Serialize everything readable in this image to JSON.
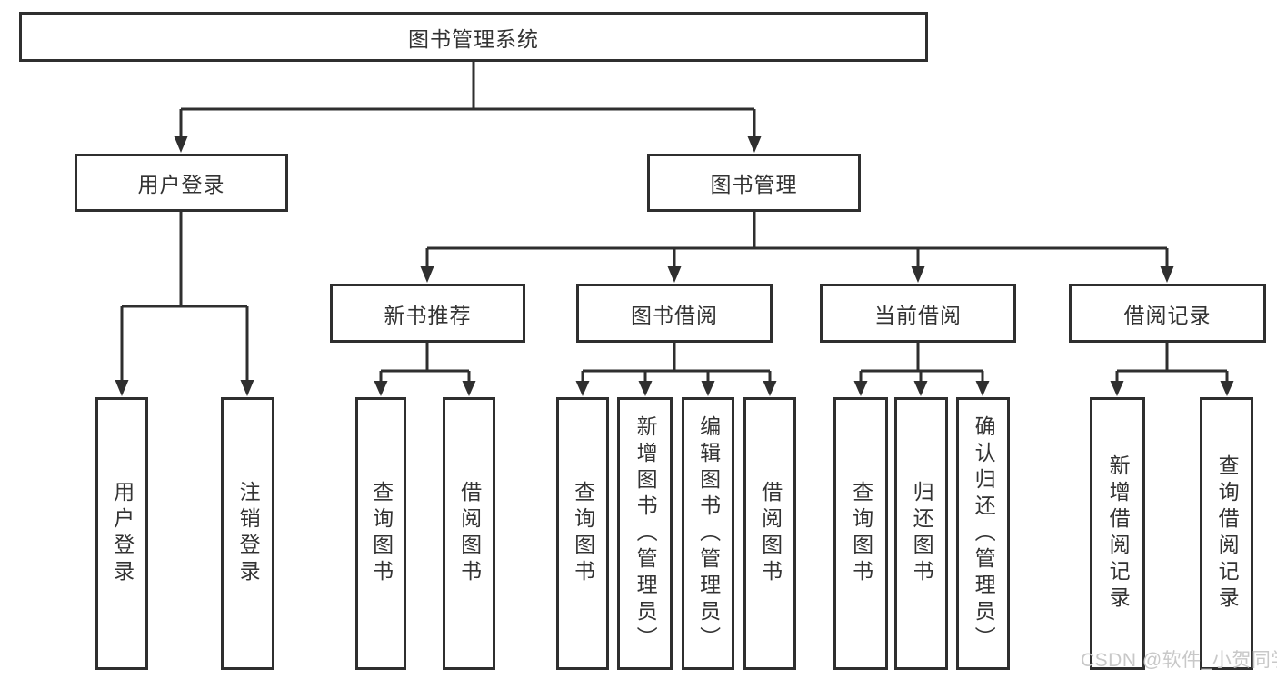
{
  "diagram": {
    "root": {
      "label": "图书管理系统",
      "children": [
        {
          "label": "用户登录",
          "children": [
            {
              "label": "用户登录"
            },
            {
              "label": "注销登录"
            }
          ]
        },
        {
          "label": "图书管理",
          "children": [
            {
              "label": "新书推荐",
              "children": [
                {
                  "label": "查询图书"
                },
                {
                  "label": "借阅图书"
                }
              ]
            },
            {
              "label": "图书借阅",
              "children": [
                {
                  "label": "查询图书"
                },
                {
                  "label": "新增图书（管理员）"
                },
                {
                  "label": "编辑图书（管理员）"
                },
                {
                  "label": "借阅图书"
                }
              ]
            },
            {
              "label": "当前借阅",
              "children": [
                {
                  "label": "查询图书"
                },
                {
                  "label": "归还图书"
                },
                {
                  "label": "确认归还（管理员）"
                }
              ]
            },
            {
              "label": "借阅记录",
              "children": [
                {
                  "label": "新增借阅记录"
                },
                {
                  "label": "查询借阅记录"
                }
              ]
            }
          ]
        }
      ]
    }
  },
  "watermark": "CSDN @软件_小贺同学",
  "colors": {
    "line": "#2f2f2f",
    "text": "#333333",
    "background": "#ffffff",
    "watermark": "#c8c8c8"
  }
}
